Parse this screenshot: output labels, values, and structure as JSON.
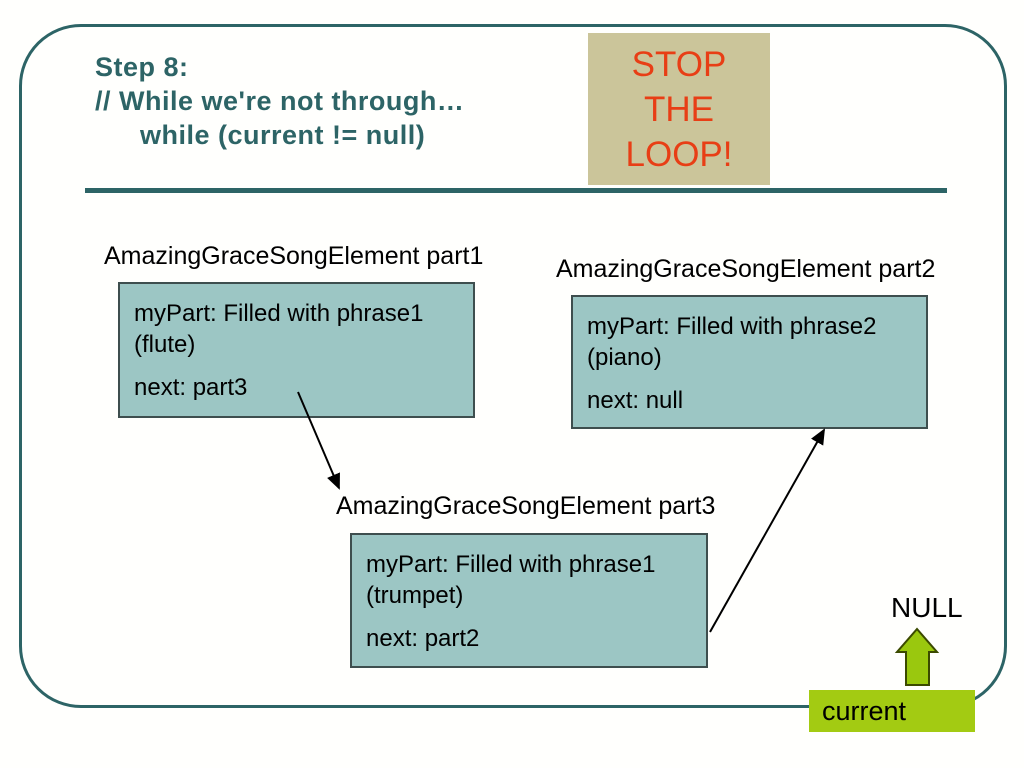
{
  "slide": {
    "title": {
      "line1": "Step 8:",
      "line2": "// While we're not through…",
      "line3": "while (current != null)"
    },
    "stop": {
      "line1": "STOP",
      "line2": "THE",
      "line3": "LOOP!"
    },
    "nodes": [
      {
        "label": "AmazingGraceSongElement part1",
        "body1": "myPart: Filled with phrase1",
        "body2": "(flute)",
        "next": "next: part3"
      },
      {
        "label": "AmazingGraceSongElement part2",
        "body1": "myPart: Filled with phrase2",
        "body2": "(piano)",
        "next": "next: null"
      },
      {
        "label": "AmazingGraceSongElement part3",
        "body1": "myPart: Filled with phrase1",
        "body2": "(trumpet)",
        "next": "next: part2"
      }
    ],
    "null_label": "NULL",
    "current_label": "current",
    "colors": {
      "accent_teal": "#2d6466",
      "node_fill": "#9cc6c4",
      "node_border": "#3e4e4e",
      "stop_fill": "#cbc59a",
      "stop_text": "#e83e15",
      "pointer_green": "#a3cb12",
      "arrow_black": "#000000"
    }
  }
}
